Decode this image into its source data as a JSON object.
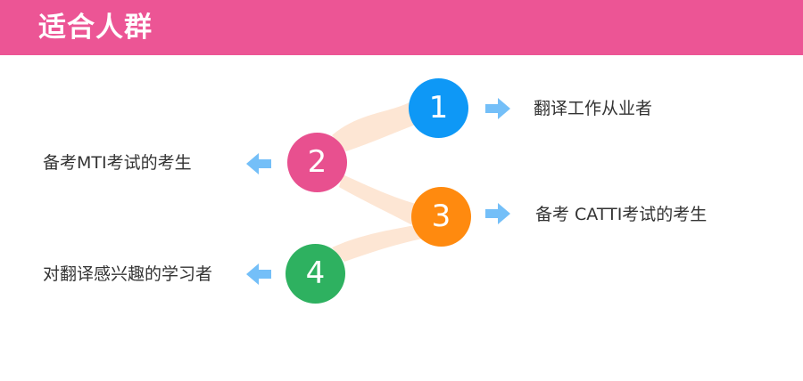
{
  "header": {
    "title": "适合人群",
    "color": "#ec5595"
  },
  "colors": {
    "connector": "#fde6d4",
    "arrow": "#74bff8"
  },
  "steps": [
    {
      "number": "1",
      "label": "翻译工作从业者",
      "color": "#0e98f6",
      "arrow_direction": "right"
    },
    {
      "number": "2",
      "label": "备考MTI考试的考生",
      "color": "#e8508f",
      "arrow_direction": "left"
    },
    {
      "number": "3",
      "label": "备考 CATTI考试的考生",
      "color": "#ff8a0f",
      "arrow_direction": "right"
    },
    {
      "number": "4",
      "label": "对翻译感兴趣的学习者",
      "color": "#2eb160",
      "arrow_direction": "left"
    }
  ]
}
